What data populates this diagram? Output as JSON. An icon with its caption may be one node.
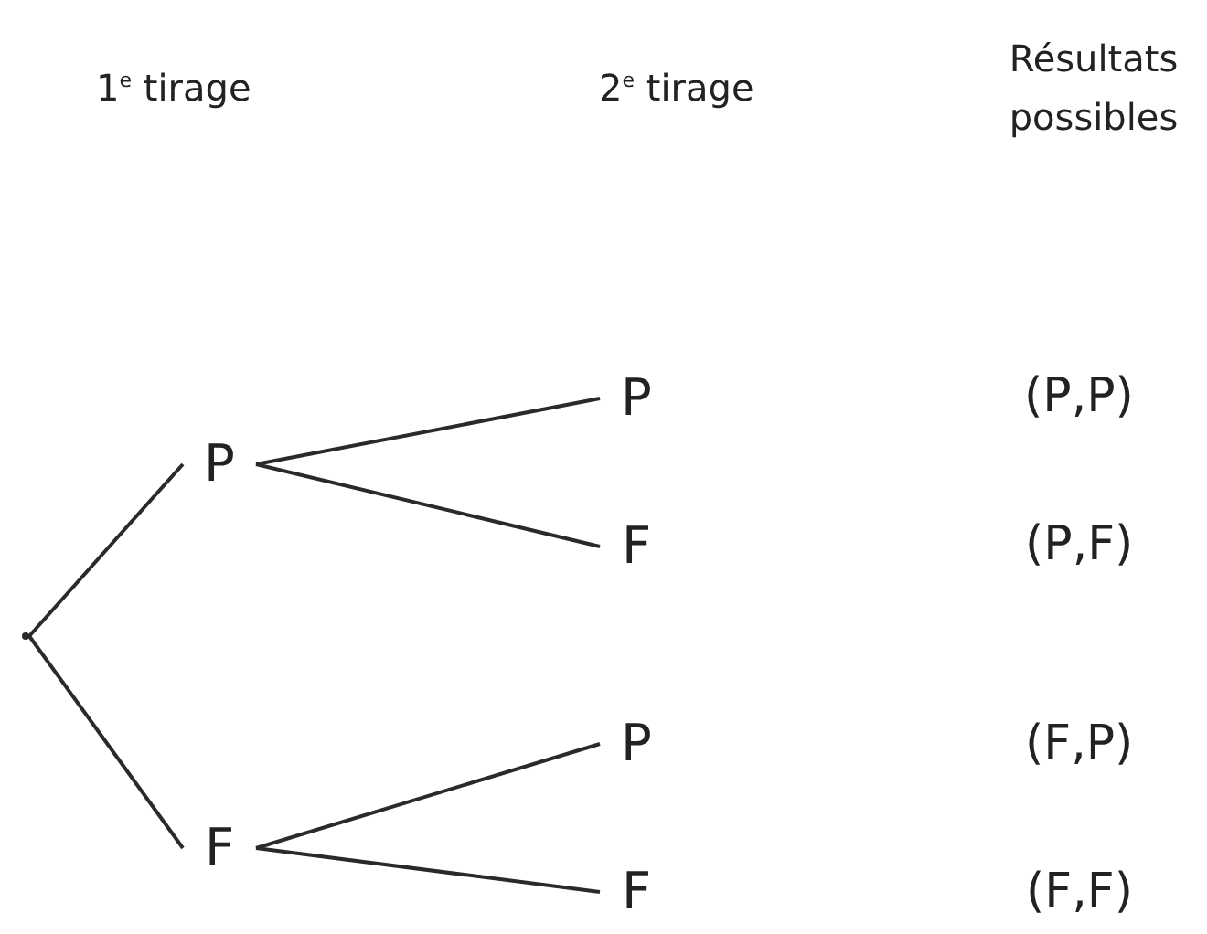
{
  "diagram": {
    "nodes": [
      {
        "text": [],
        "shape": "point"
      },
      {
        "text": [
          "P"
        ]
      },
      {
        "text": [
          "F"
        ]
      },
      {
        "text": [
          "P"
        ]
      },
      {
        "text": [
          "F"
        ]
      },
      {
        "text": [
          "P"
        ]
      },
      {
        "text": [
          "F"
        ]
      }
    ],
    "edges": [
      {
        "from": 0,
        "to": 1,
        "arrow": "none"
      },
      {
        "from": 0,
        "to": 2,
        "arrow": "none"
      },
      {
        "from": 1,
        "to": 3,
        "arrow": "none"
      },
      {
        "from": 1,
        "to": 4,
        "arrow": "none"
      },
      {
        "from": 2,
        "to": 5,
        "arrow": "none"
      },
      {
        "from": 2,
        "to": 6,
        "arrow": "none"
      }
    ],
    "labels": [
      "1$^{e}$ tirage",
      "2$^{e}$ tirage",
      "Résultats possibles",
      "(P,P)",
      "(P,F)",
      "(F,P)",
      "(F,F)"
    ]
  }
}
